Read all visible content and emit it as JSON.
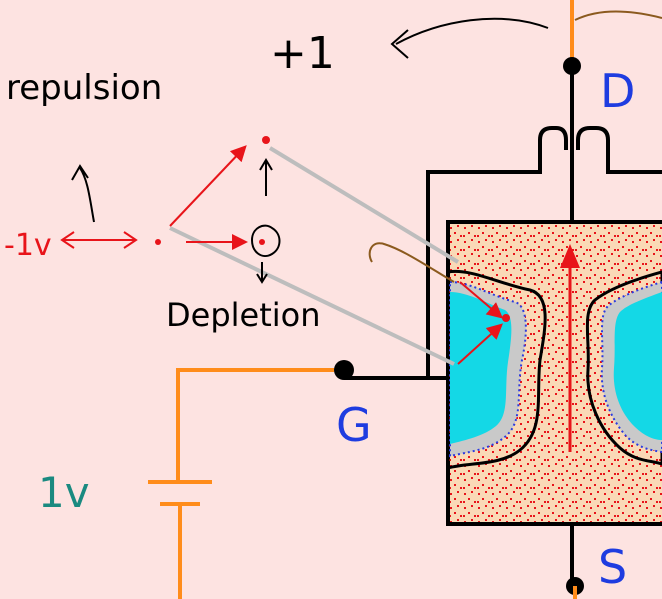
{
  "labels": {
    "plus_one": "+1",
    "repulsion": "repulsion",
    "minus_one_volt": "-1v",
    "depletion": "Depletion",
    "drain": "D",
    "gate": "G",
    "source": "S",
    "battery_voltage": "1v"
  },
  "colors": {
    "background": "#fde3e1",
    "wire": "#ff8c1a",
    "terminal_letter": "#1e3ce0",
    "battery_label": "#1a8a80",
    "arrow": "#e8141a",
    "channel_fill": "#fad9b6",
    "depletion_fill": "#14d8e6",
    "outline": "#000000",
    "callout_line": "#bdbdbd",
    "brown_line": "#8b5a1e"
  }
}
